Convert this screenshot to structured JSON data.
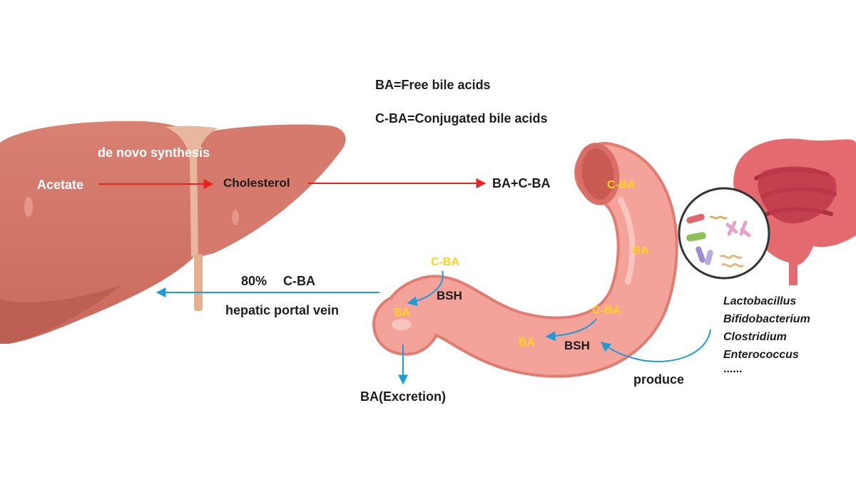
{
  "legend": {
    "ba": "BA=Free bile acids",
    "cba": "C-BA=Conjugated bile acids"
  },
  "liver": {
    "synthesis_label": "de novo synthesis",
    "acetate": "Acetate",
    "cholesterol": "Cholesterol"
  },
  "flow": {
    "ba_plus_cba": "BA+C-BA",
    "return_percent": "80%",
    "return_cba": "C-BA",
    "portal_vein": "hepatic portal vein",
    "excretion": "BA(Excretion)",
    "produce": "produce"
  },
  "intestine": {
    "cba_top": "C-BA",
    "ba_right": "BA",
    "cba_left": "C-BA",
    "ba_left": "BA",
    "bsh_left": "BSH",
    "cba_lower": "C-BA",
    "ba_lower": "BA",
    "bsh_lower": "BSH"
  },
  "bacteria": {
    "species": [
      "Lactobacillus",
      "Bifidobacterium",
      "Clostridium",
      "Enterococcus",
      "......"
    ]
  },
  "colors": {
    "liver": "#d27466",
    "liver_dark": "#b65a4e",
    "gut": "#f4a39a",
    "gut_dark": "#e48178",
    "red_arrow": "#e8231f",
    "blue_arrow": "#1e9bd7",
    "label_yellow": "#ffd21e"
  }
}
